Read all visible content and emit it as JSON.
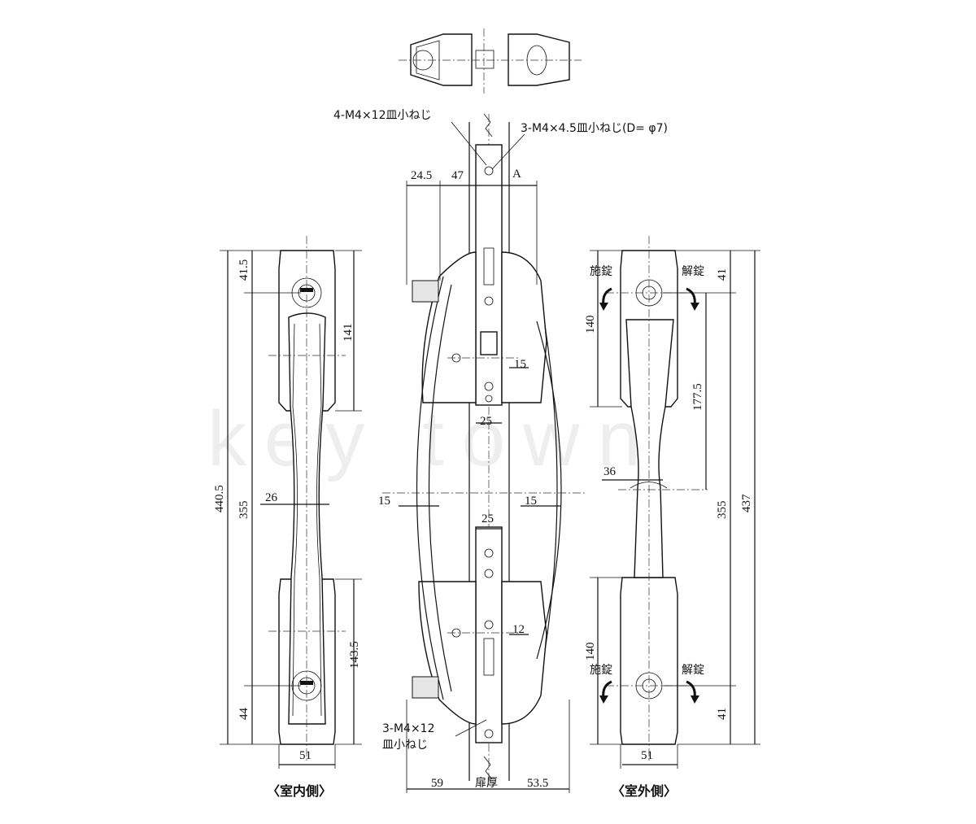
{
  "watermark": "key town",
  "top_labels": {
    "screws_left": "4-M4×12皿小ねじ",
    "screws_right": "3-M4×4.5皿小ねじ(D= φ7)",
    "point_a": "A"
  },
  "center_labels": {
    "dim_24_5": "24.5",
    "dim_47": "47",
    "dim_15_upper": "15",
    "dim_25_upper": "25",
    "dim_15_left": "15",
    "dim_15_right": "15",
    "dim_25_lower": "25",
    "dim_12": "12",
    "screws_bottom_1": "3-M4×12",
    "screws_bottom_2": "皿小ねじ",
    "dim_59": "59",
    "door_thickness": "扉厚",
    "dim_53_5": "53.5"
  },
  "left_view": {
    "dim_41_5": "41.5",
    "dim_141": "141",
    "dim_440_5": "440.5",
    "dim_355": "355",
    "dim_26": "26",
    "dim_143_5": "143.5",
    "dim_44": "44",
    "dim_51": "51",
    "caption": "〈室内側〉"
  },
  "right_view": {
    "lock_top": "施錠",
    "unlock_top": "解錠",
    "dim_41_top": "41",
    "dim_140_top": "140",
    "dim_177_5": "177.5",
    "dim_36": "36",
    "dim_355": "355",
    "dim_437": "437",
    "dim_140_bottom": "140",
    "lock_bottom": "施錠",
    "unlock_bottom": "解錠",
    "dim_41_bottom": "41",
    "dim_51": "51",
    "caption": "〈室外側〉"
  }
}
